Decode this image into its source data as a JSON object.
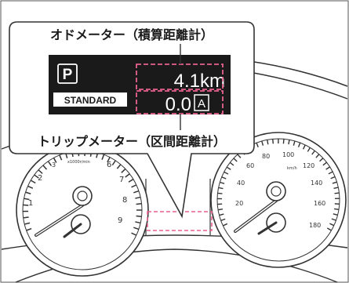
{
  "callouts": {
    "odometer_label": "オドメーター（積算距離計）",
    "trip_label": "トリップメーター（区間距離計）"
  },
  "display": {
    "gear": "P",
    "drive_mode": "STANDARD",
    "odometer_value": "4.1km",
    "trip_value": "0.0",
    "trip_id": "A"
  },
  "tachometer": {
    "ticks": [
      "1",
      "2",
      "3",
      "6",
      "7",
      "8",
      "9"
    ],
    "unit": "x1000r/min"
  },
  "speedometer": {
    "ticks": [
      "20",
      "40",
      "60",
      "80",
      "100",
      "120",
      "140",
      "160",
      "180"
    ],
    "unit": "km/h"
  },
  "colors": {
    "callout_pink": "#e8628f",
    "lcd_bg": "#1a1a1a",
    "line": "#333333"
  }
}
